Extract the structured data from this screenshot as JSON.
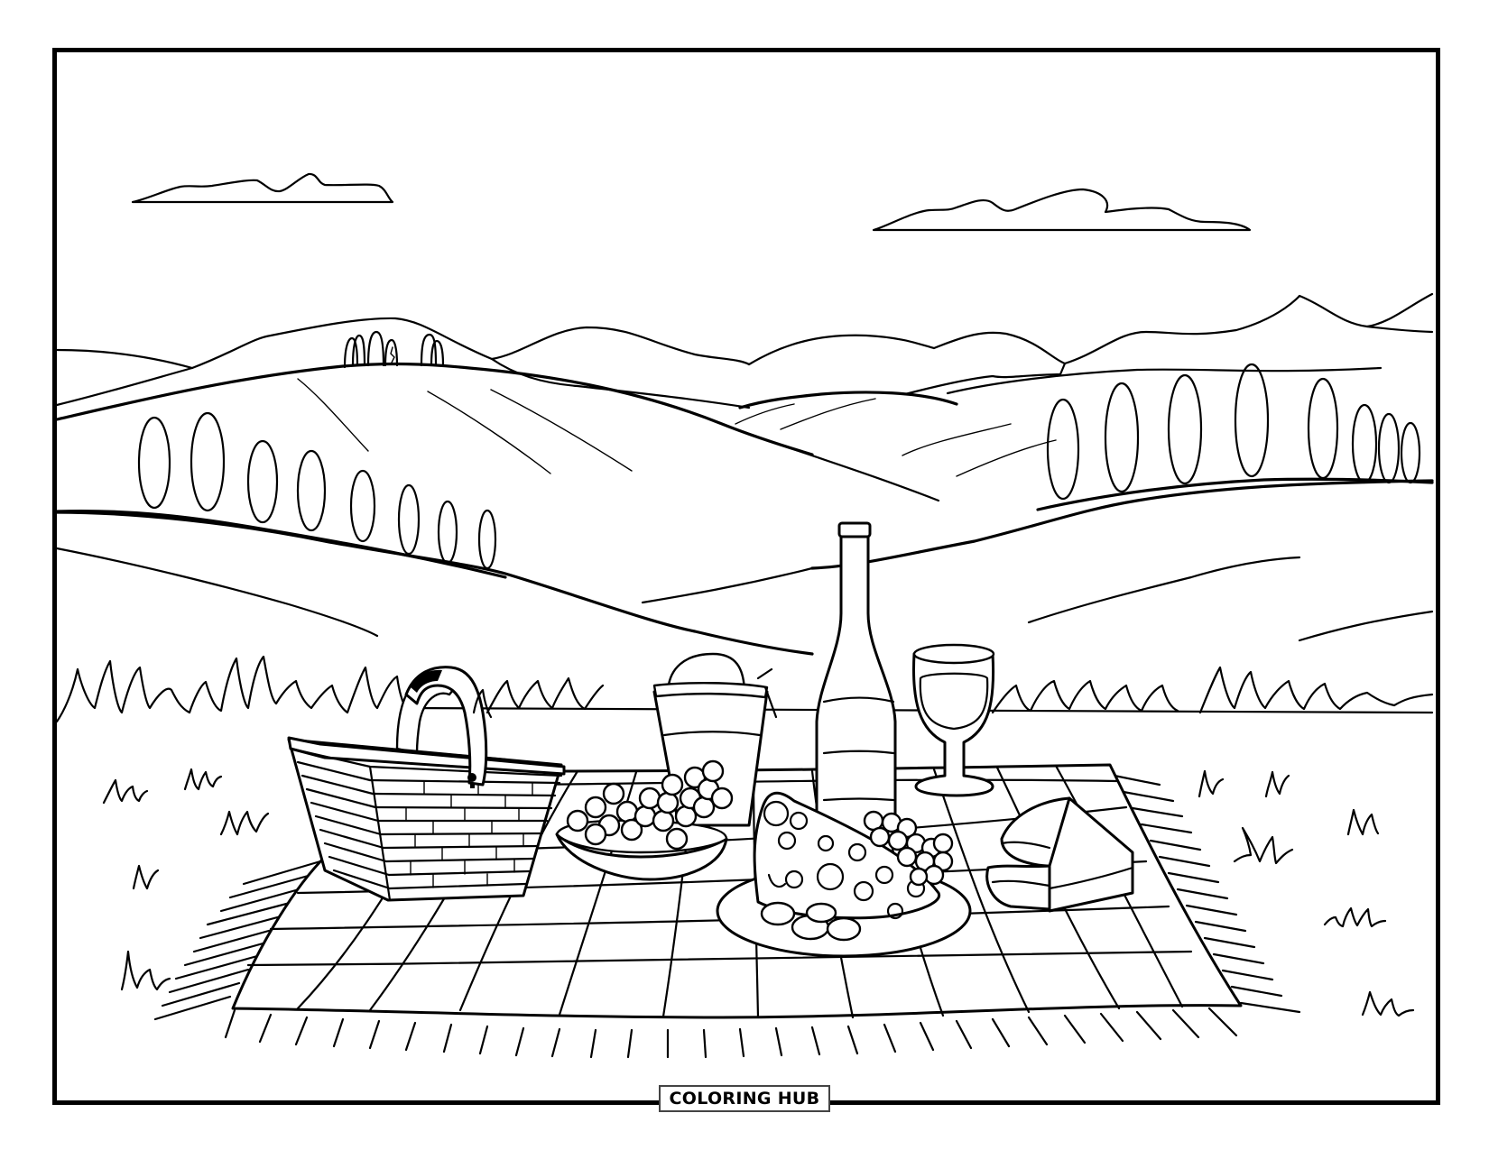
{
  "page": {
    "type": "coloring-page",
    "theme": "Countryside picnic",
    "background_color": "#ffffff",
    "line_color": "#000000"
  },
  "brand": {
    "label": "COLORING HUB"
  },
  "scene": {
    "sky": {
      "clouds": [
        {
          "name": "cloud-left"
        },
        {
          "name": "cloud-right"
        }
      ]
    },
    "landscape": {
      "hills": [
        "distant-ridges",
        "rolling-fields"
      ],
      "tree_rows": [
        {
          "name": "left-cypress-row",
          "count": 8
        },
        {
          "name": "hilltop-cypress-cluster",
          "count": 6
        },
        {
          "name": "right-cypress-row",
          "count": 8
        }
      ],
      "grass": "horizon-grass-line"
    },
    "picnic": {
      "items": [
        "picnic-basket",
        "bread-bucket",
        "grape-bowl",
        "wine-bottle",
        "wine-glass",
        "swiss-cheese-plate",
        "grape-bunch",
        "cake-slice",
        "checkered-blanket"
      ]
    }
  }
}
